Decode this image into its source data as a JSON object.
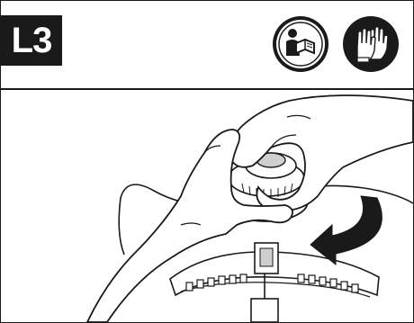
{
  "step": {
    "label": "L3"
  },
  "icons": [
    {
      "name": "read-manual-icon"
    },
    {
      "name": "wear-gloves-icon"
    }
  ],
  "illustration": {
    "name": "trimmer-head-spool-rotation",
    "arrow_direction": "counter-clockwise",
    "colors": {
      "line": "#1a1a1a",
      "fill": "#ffffff",
      "shade": "#cfcfcf"
    }
  }
}
